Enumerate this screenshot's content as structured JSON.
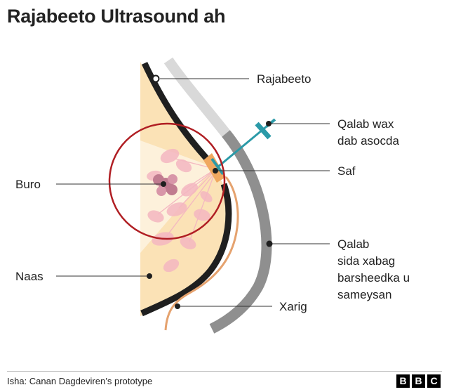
{
  "title": "Rajabeeto Ultrasound ah",
  "labels": {
    "rajabeeto": "Rajabeeto",
    "qalab_wax_line1": "Qalab wax",
    "qalab_wax_line2": "dab asocda",
    "saf": "Saf",
    "buro": "Buro",
    "qalab_line1": "Qalab",
    "qalab_line2": "sida xabag",
    "qalab_line3": "barsheedka u",
    "qalab_line4": "sameysan",
    "naas": "Naas",
    "xarig": "Xarig"
  },
  "source": "Isha: Canan Dagdeviren’s prototype",
  "logo": [
    "B",
    "B",
    "C"
  ],
  "colors": {
    "breast_fill": "#fbe2b6",
    "skin_outline": "#1f1f1f",
    "shell_gray": "#8f8f8f",
    "shell_light": "#d9d9d9",
    "tumour_ring": "#b01e23",
    "tissue_pink": "#f4b7c1",
    "tumour": "#c07b8f",
    "probe_teal": "#2b9aa8",
    "layer_orange": "#f0a860",
    "wire": "#e5a26e"
  }
}
